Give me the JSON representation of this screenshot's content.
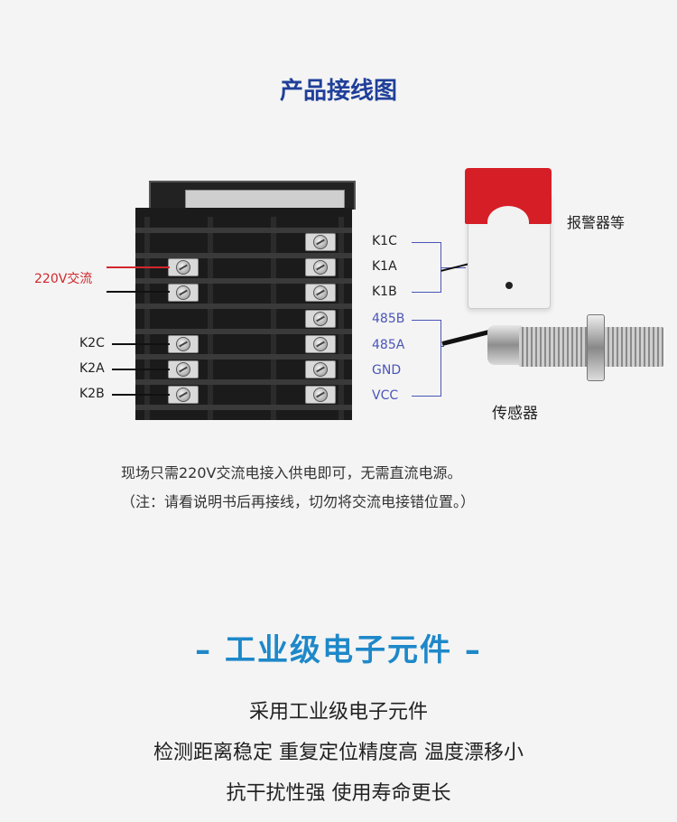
{
  "title": "产品接线图",
  "left_labels": {
    "power": "220V交流",
    "k2c": "K2C",
    "k2a": "K2A",
    "k2b": "K2B"
  },
  "right_labels": {
    "k1c": "K1C",
    "k1a": "K1A",
    "k1b": "K1B",
    "b485": "485B",
    "a485": "485A",
    "gnd": "GND",
    "vcc": "VCC"
  },
  "devices": {
    "alarm": "报警器等",
    "sensor": "传感器"
  },
  "notes": {
    "line1": "现场只需220V交流电接入供电即可，无需直流电源。",
    "line2": "（注：请看说明书后再接线，切勿将交流电接错位置。）"
  },
  "section_title": "– 工业级电子元件 –",
  "features": [
    "采用工业级电子元件",
    "检测距离稳定   重复定位精度高 温度漂移小",
    "抗干扰性强 使用寿命更长"
  ],
  "colors": {
    "title": "#1f3f99",
    "section_title": "#1e88c9",
    "blue_label": "#4a55b8",
    "power_label": "#d2262c",
    "alarm_red": "#d61e27"
  }
}
